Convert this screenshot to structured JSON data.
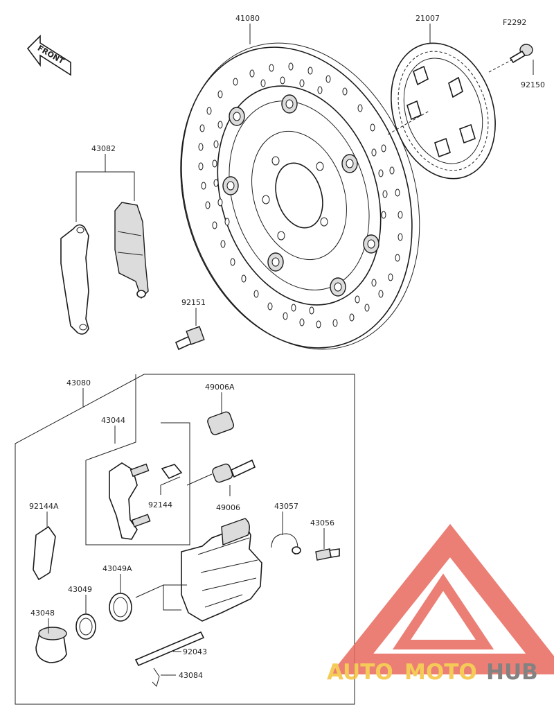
{
  "front_label": "FRONT",
  "parts": {
    "disc": "41080",
    "abs_ring": "21007",
    "ring_screw_label": "F2292",
    "ring_screw": "92150",
    "pad_set": "43082",
    "pad_bolt": "92151",
    "caliper": "43080",
    "bracket": "43044",
    "boot_a": "49006A",
    "boot": "49006",
    "spring": "92144",
    "pad_spring": "92144A",
    "bleeder_cap": "43057",
    "bleeder": "43056",
    "seal_a": "43049A",
    "seal": "43049",
    "piston": "43048",
    "pin": "92043",
    "clip": "43084"
  },
  "logo": {
    "auto": "AUTO",
    "moto": "MOTO",
    "hub": "HUB"
  },
  "colors": {
    "logo_red": "#e8695d",
    "logo_yellow": "#f4c23b",
    "logo_gray": "#6d6d6d",
    "line": "#222222"
  }
}
